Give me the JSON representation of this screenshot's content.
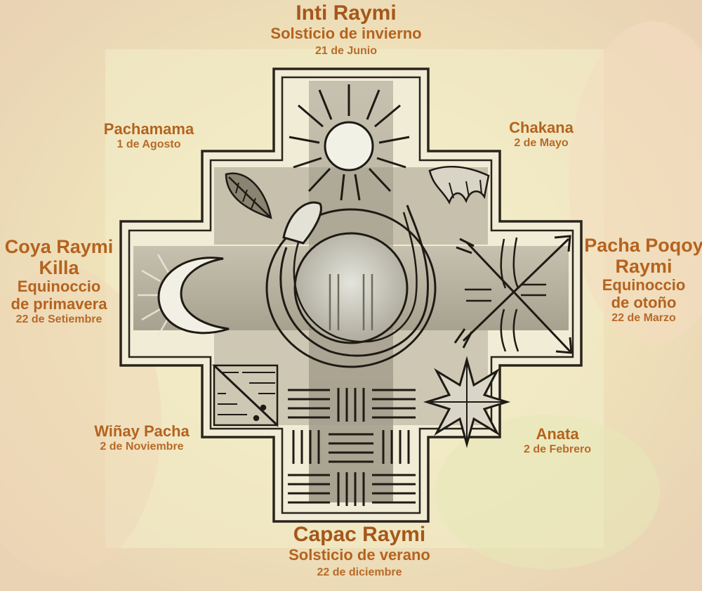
{
  "top": {
    "name": "Inti Raymi",
    "event": "Solsticio de invierno",
    "date": "21 de Junio"
  },
  "top_left": {
    "name": "Pachamama",
    "date": "1 de Agosto"
  },
  "top_right": {
    "name": "Chakana",
    "date": "2 de Mayo"
  },
  "left": {
    "name_line1": "Coya Raymi",
    "name_line2": "Killa",
    "event_line1": "Equinoccio",
    "event_line2": "de primavera",
    "date": "22 de Setiembre"
  },
  "right": {
    "name_line1": "Pacha Poqoy",
    "name_line2": "Raymi",
    "event_line1": "Equinoccio",
    "event_line2": "de otoño",
    "date": "22 de Marzo"
  },
  "bottom_left": {
    "name": "Wiñay Pacha",
    "date": "2 de Noviembre"
  },
  "bottom_right": {
    "name": "Anata",
    "date": "2 de Febrero"
  },
  "bottom": {
    "name": "Capac Raymi",
    "event": "Solsticio de verano",
    "date": "22 de diciembre"
  },
  "colors": {
    "background": "#efe3c4",
    "cross_outline": "#2a241c",
    "label": "#b4631f"
  },
  "icons": [
    "sun-icon",
    "leaf-icon",
    "mountains-icon",
    "crescent-moon-icon",
    "serpent-icon",
    "crossed-arrows-icon",
    "eight-point-star-icon",
    "stepped-triangles-icon",
    "woven-lines-pattern-icon"
  ]
}
